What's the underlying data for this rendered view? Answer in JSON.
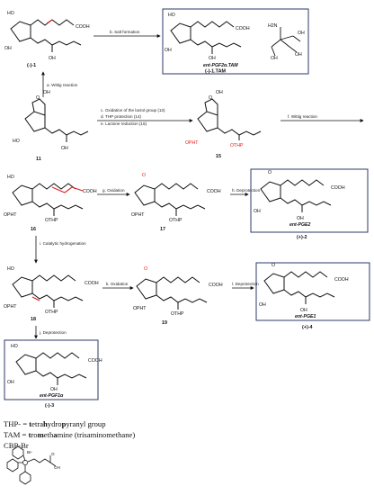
{
  "colors": {
    "ink": "#111111",
    "box": "#2b3a67",
    "red": "#e0201a"
  },
  "compounds": {
    "c1": {
      "label": "(-)-1"
    },
    "c1tam": {
      "name": "ent-PGF2α.TAM",
      "label": "(-)-1.TAM"
    },
    "c11": {
      "label": "11"
    },
    "c15": {
      "label": "15"
    },
    "c16": {
      "label": "16"
    },
    "c17": {
      "label": "17"
    },
    "c2": {
      "name": "ent-PGE2",
      "label": "(+)-2"
    },
    "c18": {
      "label": "18"
    },
    "c19": {
      "label": "19"
    },
    "c4": {
      "name": "ent-PGE1",
      "label": "(+)-4"
    },
    "c3": {
      "name": "ent-PGF1α",
      "label": "(-)-3"
    }
  },
  "groups": {
    "ho": "HO",
    "oh": "OH",
    "cooh": "COOH",
    "opht": "OPHT",
    "othp": "OTHP",
    "o": "O",
    "h2n": "H2N",
    "br": "Br-"
  },
  "steps": {
    "b": "b. Salt formation",
    "a": "a. Wittig reaction",
    "c": "c. Oxidation of the lactol group (13)",
    "d": "d. THP protection (14)",
    "e": "e. Lactone reduction (15)",
    "f": "f. Wittig reaction",
    "g": "g. Oxidation",
    "h": "h. Deprotection",
    "i": "i. Catalytic hydrogenation",
    "j": "j. Deprotection",
    "k": "k. Oxidation",
    "l": "l. Deprotection"
  },
  "legend": {
    "thp_prefix": "THP- = ",
    "thp_t": "t",
    "thp_rest1": "etra",
    "thp_h": "h",
    "thp_rest2": "ydro",
    "thp_p": "p",
    "thp_rest3": "yranyl group",
    "tam_prefix": "TAM = ",
    "tam_t": "t",
    "tam_rest1": "ro",
    "tam_m": "m",
    "tam_rest2": "eth",
    "tam_a": "a",
    "tam_rest3": "mine (trisaminomethane)",
    "cbp": "CBP-Br"
  }
}
